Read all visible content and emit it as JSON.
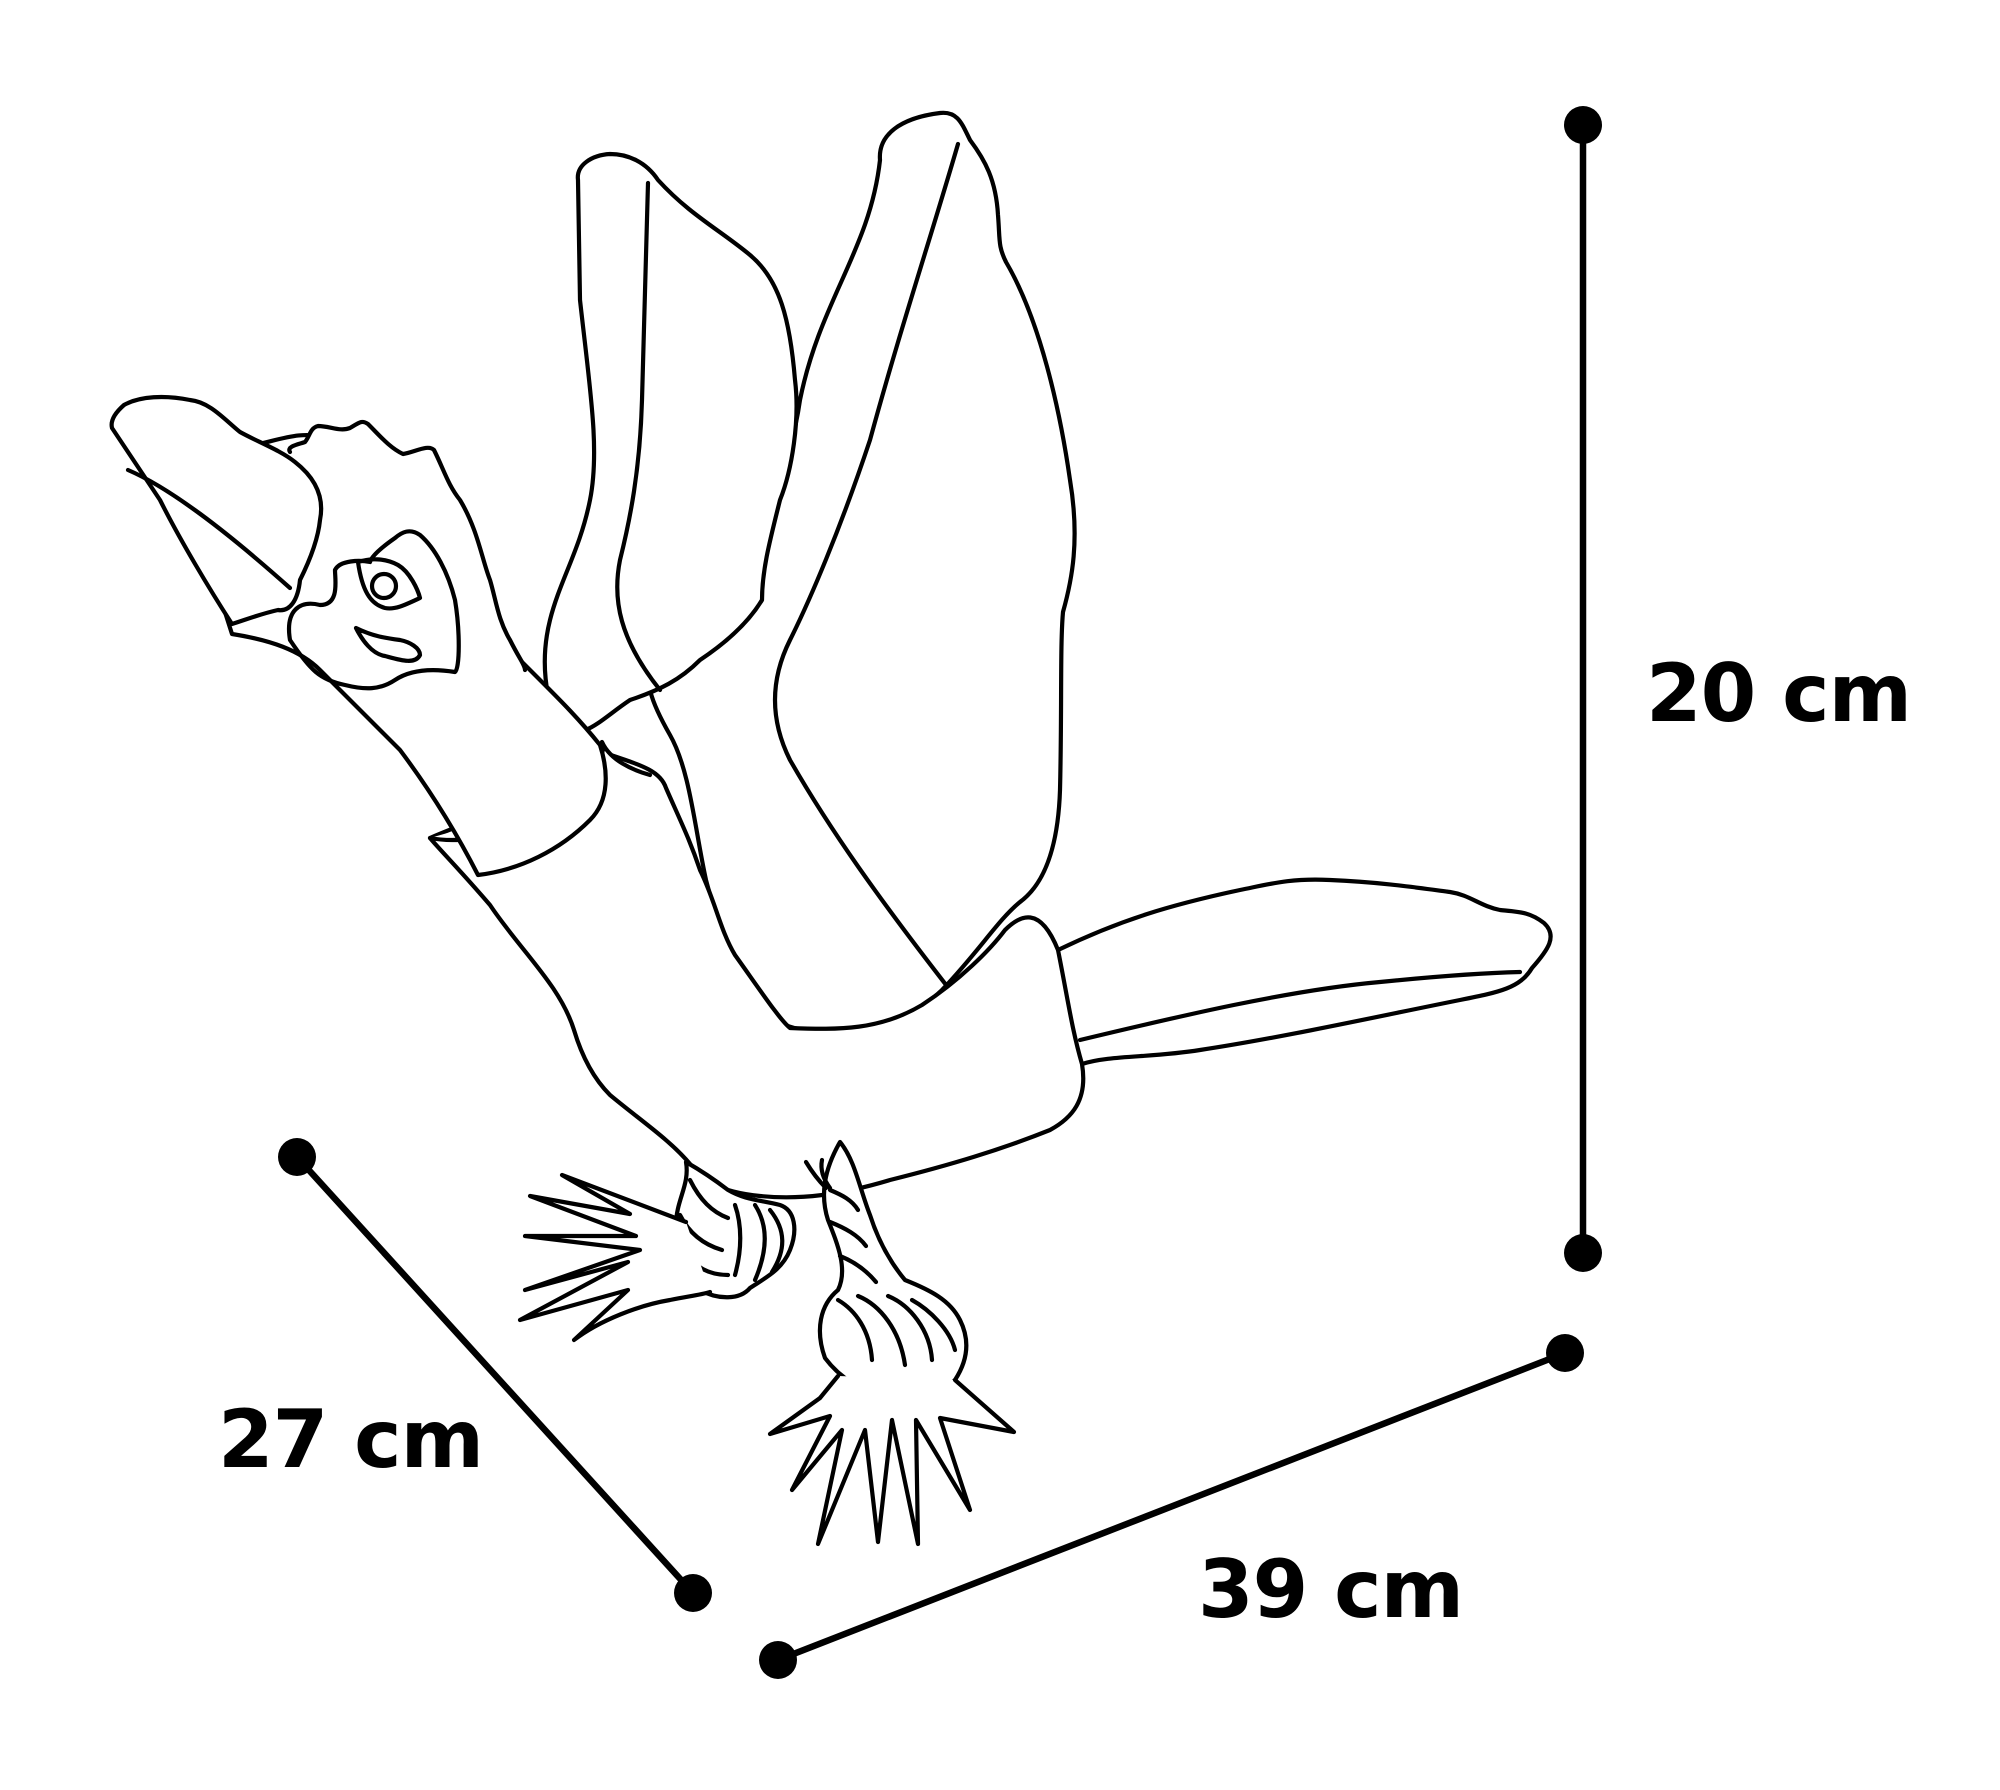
{
  "diagram": {
    "subject": "Duck plush dog toy with rope legs",
    "dimensions": {
      "height": {
        "label": "20 cm",
        "value": 20,
        "unit": "cm"
      },
      "depth": {
        "label": "27 cm",
        "value": 27,
        "unit": "cm"
      },
      "width": {
        "label": "39 cm",
        "value": 39,
        "unit": "cm"
      }
    },
    "colors": {
      "line": "#000000",
      "background": "#ffffff"
    }
  }
}
